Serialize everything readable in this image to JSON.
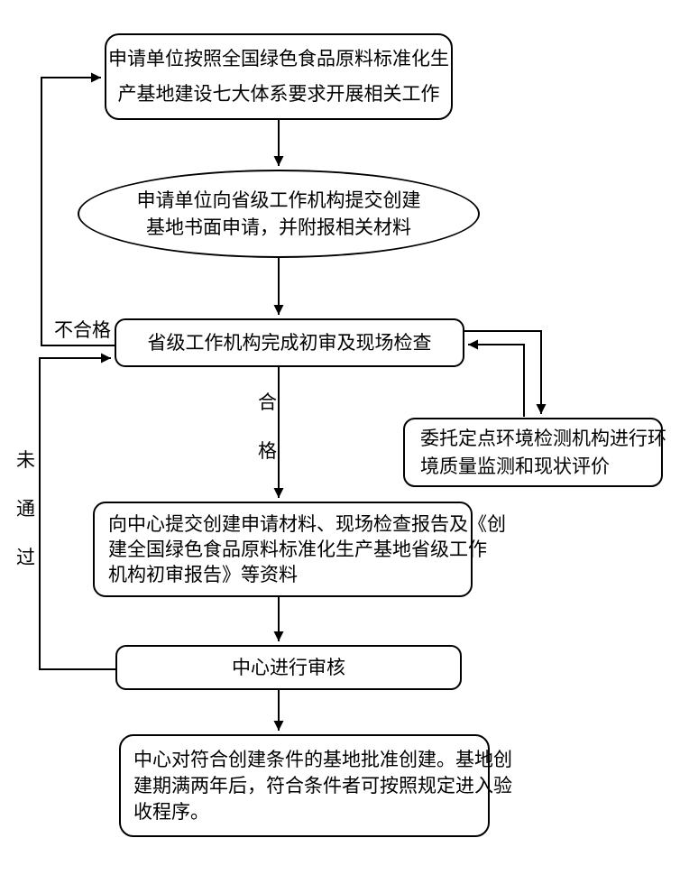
{
  "diagram": {
    "colors": {
      "stroke": "#000000",
      "background": "#ffffff",
      "text": "#000000"
    },
    "nodes": {
      "start": {
        "shape": "rounded-rect",
        "lines": [
          "申请单位按照全国绿色食品原料标准化生",
          "产基地建设七大体系要求开展相关工作"
        ]
      },
      "apply": {
        "shape": "ellipse",
        "lines": [
          "申请单位向省级工作机构提交创建",
          "基地书面申请，并附报相关材料"
        ]
      },
      "provincial_review": {
        "shape": "rounded-rect",
        "lines": [
          "省级工作机构完成初审及现场检查"
        ]
      },
      "env_monitoring": {
        "shape": "rounded-rect",
        "lines": [
          "委托定点环境检测机构进行环",
          "境质量监测和现状评价"
        ]
      },
      "submit_center": {
        "shape": "rounded-rect",
        "lines": [
          "向中心提交创建申请材料、现场检查报告及《创",
          "建全国绿色食品原料标准化生产基地省级工作",
          "机构初审报告》等资料"
        ]
      },
      "center_audit": {
        "shape": "rounded-rect",
        "lines": [
          "中心进行审核"
        ]
      },
      "approval": {
        "shape": "rounded-rect",
        "lines": [
          "中心对符合创建条件的基地批准创建。基地创",
          "建期满两年后，符合条件者可按照规定进入验",
          "收程序。"
        ]
      }
    },
    "labels": {
      "unqualified": "不合格",
      "qualified_chars": [
        "合",
        "格"
      ],
      "not_passed_chars": [
        "未",
        "通",
        "过"
      ]
    }
  }
}
